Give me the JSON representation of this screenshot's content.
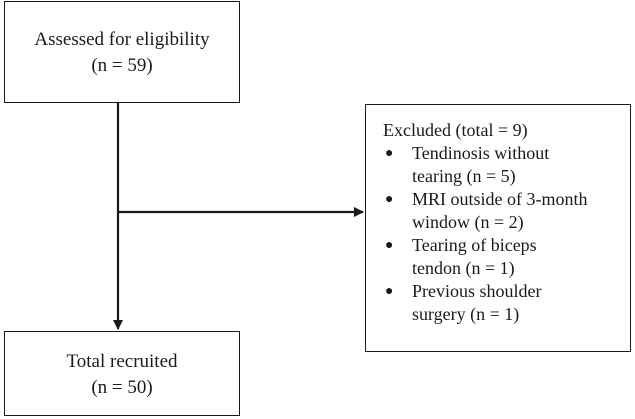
{
  "assessed": {
    "line1": "Assessed for eligibility",
    "line2": "(n = 59)"
  },
  "total": {
    "line1": "Total recruited",
    "line2": "(n = 50)"
  },
  "excluded": {
    "title": "Excluded (total = 9)",
    "items": [
      {
        "line1": "Tendinosis without",
        "line2": "tearing (n = 5)"
      },
      {
        "line1": "MRI outside of 3-month",
        "line2": "window (n = 2)"
      },
      {
        "line1": "Tearing of biceps",
        "line2": "tendon (n = 1)"
      },
      {
        "line1": "Previous shoulder",
        "line2": "surgery (n = 1)"
      }
    ]
  },
  "colors": {
    "stroke": "#1a1a1a",
    "background": "#ffffff"
  }
}
